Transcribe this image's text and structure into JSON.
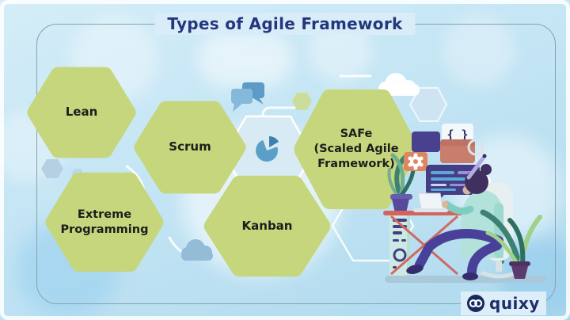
{
  "title": "Types of Agile Framework",
  "hexagons": [
    {
      "id": "lean",
      "label": "Lean"
    },
    {
      "id": "scrum",
      "label": "Scrum"
    },
    {
      "id": "xp",
      "label": "Extreme\nProgramming"
    },
    {
      "id": "kanban",
      "label": "Kanban"
    },
    {
      "id": "safe",
      "label": "SAFe\n(Scaled Agile\nFramework)"
    }
  ],
  "logo": {
    "text": "quixy"
  },
  "colors": {
    "hexagon_fill": "#c5d67c",
    "title_text": "#24367d",
    "logo_navy": "#1d2f6b",
    "frame_line": "#87a2ae",
    "background_blue": "#c4e5f4"
  },
  "decorations": [
    "chat-bubbles-icon",
    "pie-chart-icon",
    "cloud-icon",
    "hexagon-outline",
    "person-at-desk-illustration",
    "code-window",
    "gear-icon",
    "curly-braces-icon",
    "refresh-icon",
    "plant",
    "laptop",
    "computer-tower"
  ]
}
